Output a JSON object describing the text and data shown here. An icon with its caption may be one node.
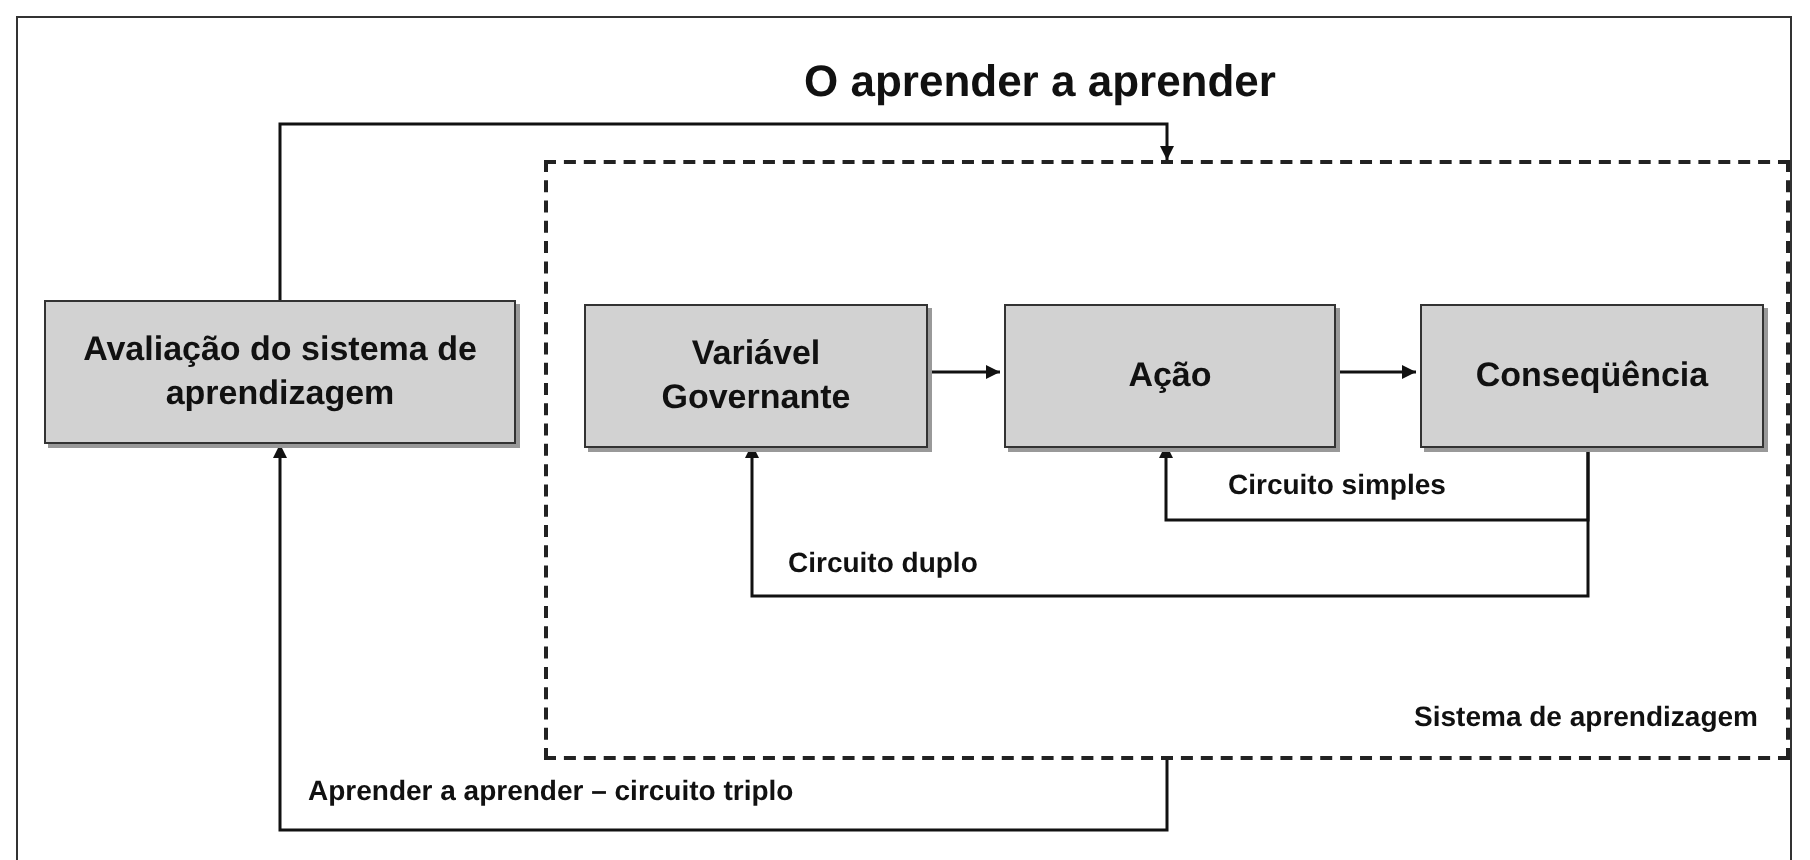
{
  "diagram": {
    "title": "O aprender a aprender",
    "nodes": [
      {
        "text": [
          "Avaliação do sistema de aprendizagem"
        ]
      },
      {
        "text": [
          "Sistema de aprendizagem"
        ]
      },
      {
        "text": [
          "Variável Governante"
        ],
        "in": 1
      },
      {
        "text": [
          "Ação"
        ],
        "in": 1
      },
      {
        "text": [
          "Conseqüência"
        ],
        "in": 1
      }
    ],
    "edges": [
      {
        "from": 0,
        "to": 1,
        "arrow": "to"
      },
      {
        "from": 2,
        "to": 3,
        "arrow": "to"
      },
      {
        "from": 3,
        "to": 4,
        "arrow": "to"
      },
      {
        "from": 4,
        "to": 3,
        "arrow": "to",
        "label": "Circuito simples"
      },
      {
        "from": 4,
        "to": 2,
        "arrow": "to",
        "label": "Circuito duplo"
      },
      {
        "from": 1,
        "to": 0,
        "arrow": "to",
        "label": "Aprender a aprender – circuito triplo"
      }
    ]
  }
}
